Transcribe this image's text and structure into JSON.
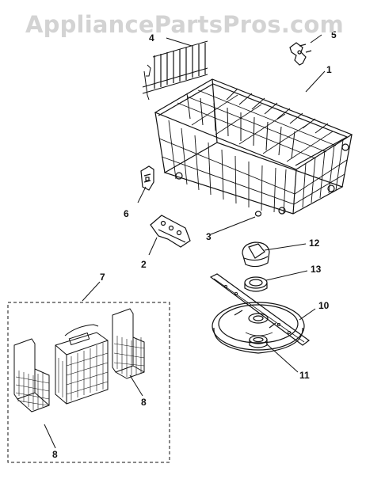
{
  "watermark": "AppliancePartsPros.com",
  "callouts": {
    "p1": "1",
    "p2": "2",
    "p3": "3",
    "p4": "4",
    "p5": "5",
    "p6": "6",
    "p7": "7",
    "p8a": "8",
    "p8b": "8",
    "p10": "10",
    "p11": "11",
    "p12": "12",
    "p13": "13"
  },
  "colors": {
    "line": "#111111",
    "watermark": "#d3d3d3",
    "background": "#ffffff"
  }
}
